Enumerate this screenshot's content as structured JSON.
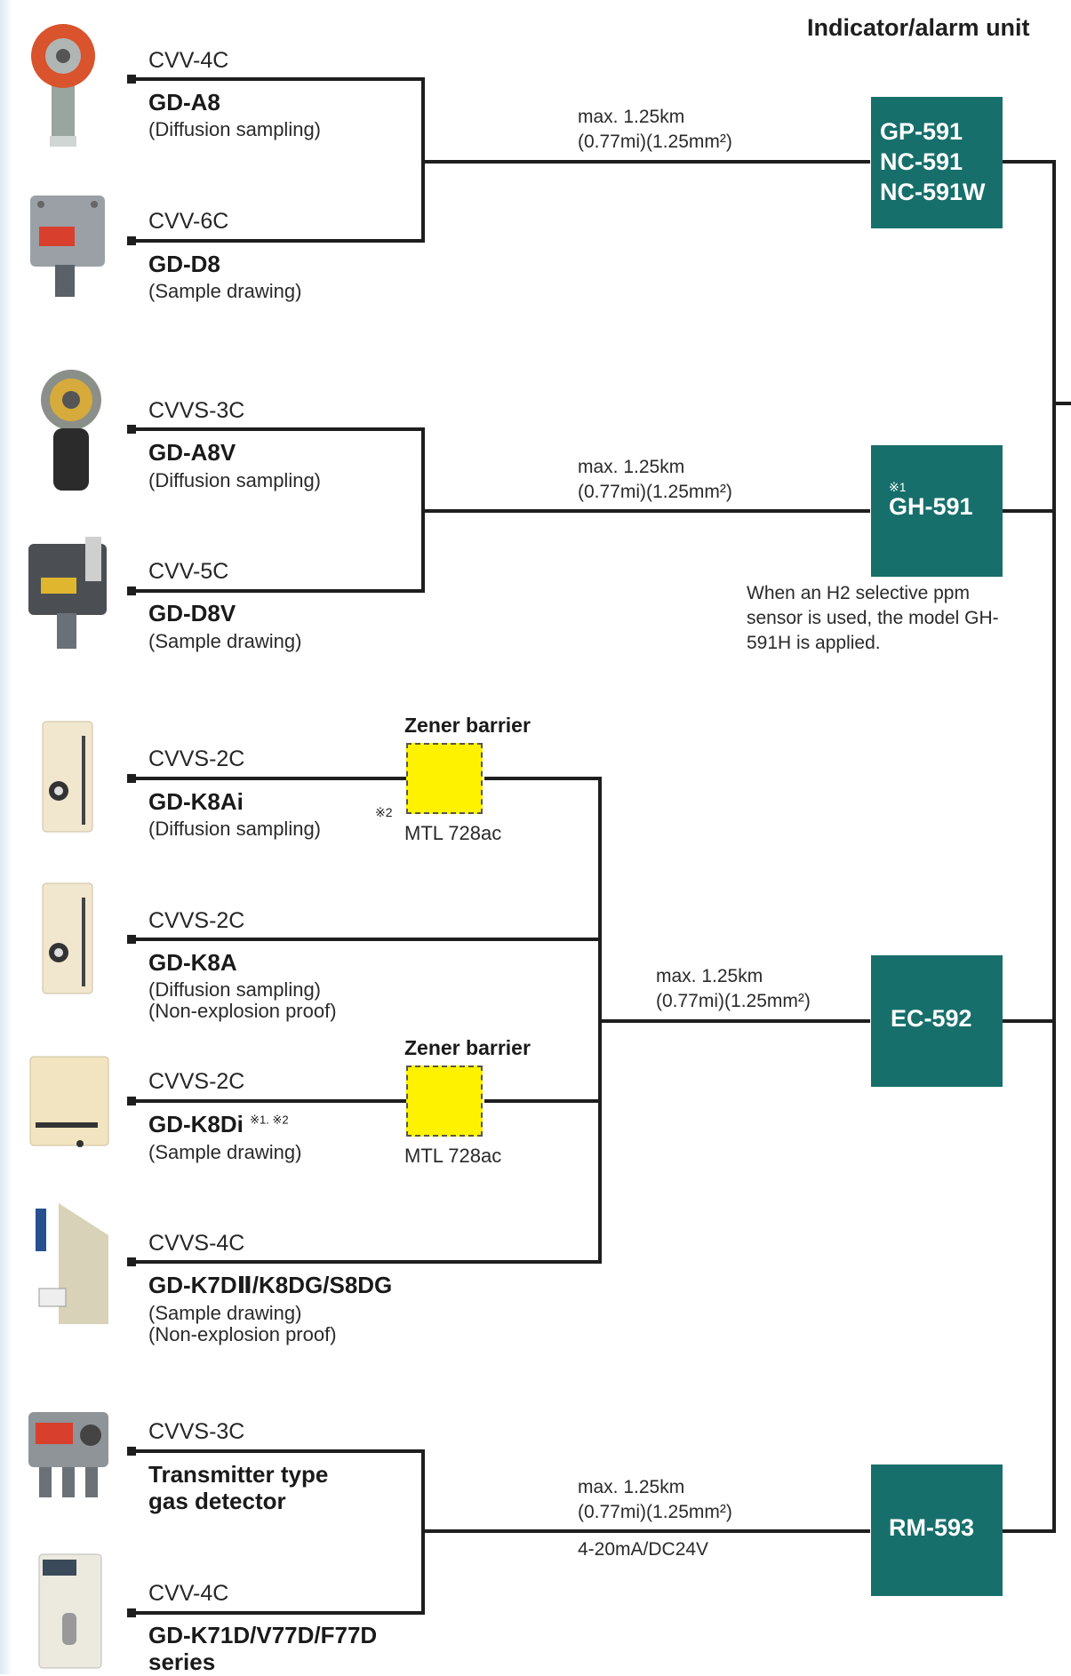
{
  "header": {
    "title": "Indicator/alarm unit"
  },
  "groups": [
    {
      "detectors": [
        {
          "cable": "CVV-4C",
          "model": "GD-A8",
          "desc": [
            "(Diffusion sampling)"
          ]
        },
        {
          "cable": "CVV-6C",
          "model": "GD-D8",
          "desc": [
            "(Sample drawing)"
          ]
        }
      ],
      "distance": [
        "max. 1.25km",
        "(0.77mi)(1.25mm²)"
      ],
      "unit": [
        "GP-591",
        "NC-591",
        "NC-591W"
      ]
    },
    {
      "detectors": [
        {
          "cable": "CVVS-3C",
          "model": "GD-A8V",
          "desc": [
            "(Diffusion sampling)"
          ]
        },
        {
          "cable": "CVV-5C",
          "model": "GD-D8V",
          "desc": [
            "(Sample drawing)"
          ]
        }
      ],
      "distance": [
        "max. 1.25km",
        "(0.77mi)(1.25mm²)"
      ],
      "unit": [
        "GH-591"
      ],
      "unit_mark": "※1",
      "note": "When an H2 selective ppm sensor is used, the model GH-591H is applied."
    },
    {
      "detectors": [
        {
          "cable": "CVVS-2C",
          "model": "GD-K8Ai",
          "desc": [
            "(Diffusion sampling)"
          ]
        },
        {
          "cable": "CVVS-2C",
          "model": "GD-K8A",
          "desc": [
            "(Diffusion sampling)",
            "(Non-explosion proof)"
          ]
        },
        {
          "cable": "CVVS-2C",
          "model": "GD-K8Di",
          "mark": "※1. ※2",
          "desc": [
            "(Sample drawing)"
          ]
        },
        {
          "cable": "CVVS-4C",
          "model": "GD-K7DⅡ/K8DG/S8DG",
          "desc": [
            "(Sample drawing)",
            "(Non-explosion proof)"
          ]
        }
      ],
      "barriers": [
        {
          "title": "Zener barrier",
          "label": "MTL 728ac",
          "mark": "※2"
        },
        {
          "title": "Zener barrier",
          "label": "MTL 728ac"
        }
      ],
      "distance": [
        "max. 1.25km",
        "(0.77mi)(1.25mm²)"
      ],
      "unit": [
        "EC-592"
      ]
    },
    {
      "detectors": [
        {
          "cable": "CVVS-3C",
          "model": "Transmitter type",
          "model2": "gas detector"
        },
        {
          "cable": "CVV-4C",
          "model": "GD-K71D/V77D/F77D",
          "model2": "series"
        }
      ],
      "distance": [
        "max. 1.25km",
        "(0.77mi)(1.25mm²)"
      ],
      "signal": "4-20mA/DC24V",
      "unit": [
        "RM-593"
      ]
    }
  ],
  "colors": {
    "unit_box": "#176f6b",
    "barrier": "#fff200",
    "wire": "#1e1e1e"
  }
}
